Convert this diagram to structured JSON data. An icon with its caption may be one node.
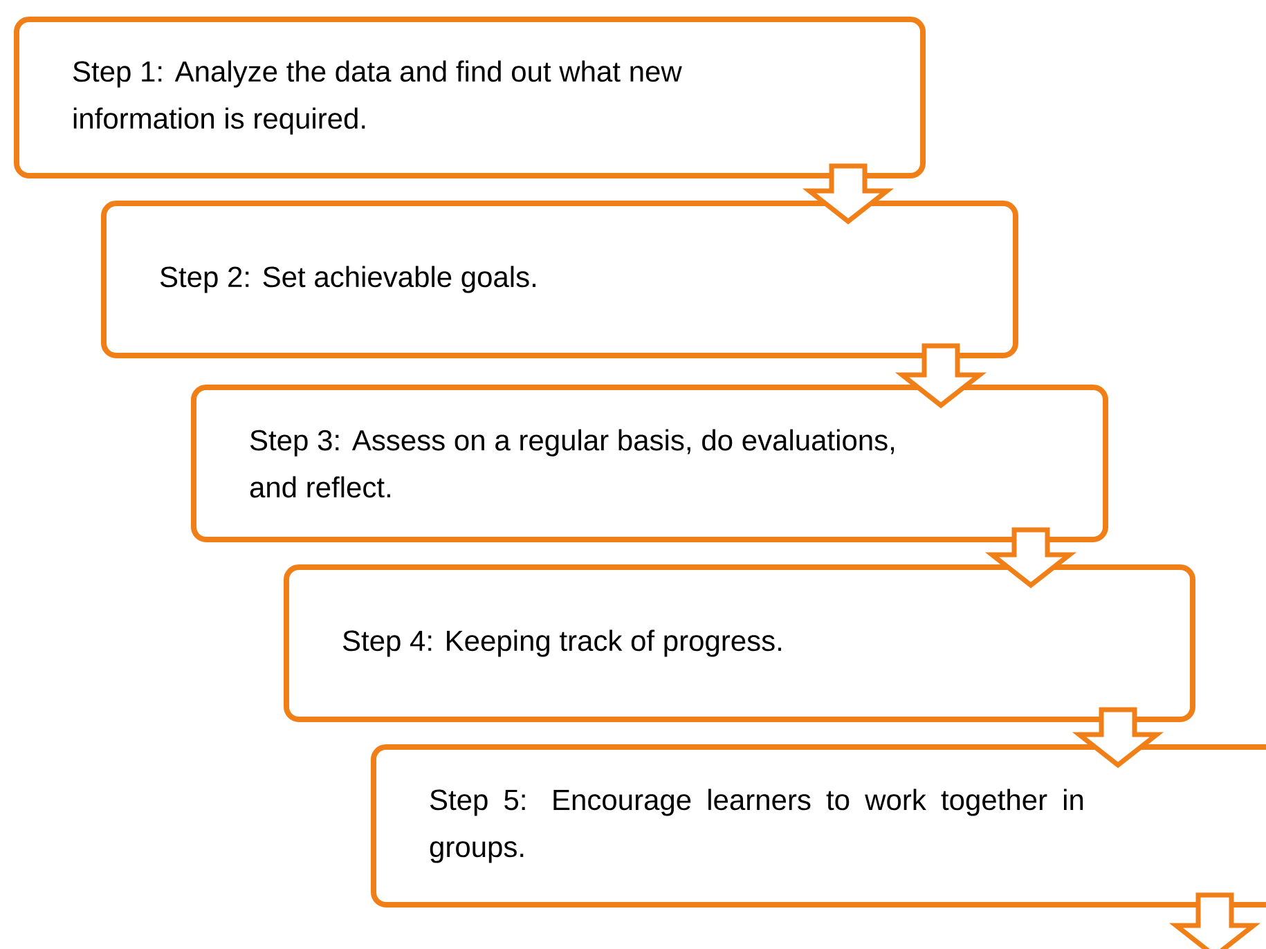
{
  "diagram": {
    "nodes": [
      {
        "text": [
          "Step 1: Analyze the data and find out what new information is required."
        ]
      },
      {
        "text": [
          "Step 2: Set achievable goals."
        ]
      },
      {
        "text": [
          "Step 3: Assess on a regular basis, do evaluations, and reflect."
        ]
      },
      {
        "text": [
          "Step 4: Keeping track of progress."
        ]
      },
      {
        "text": [
          "Step 5: Encourage learners to work together in groups."
        ]
      }
    ],
    "edges": [
      {
        "from": 0,
        "to": 1,
        "arrow": "to"
      },
      {
        "from": 1,
        "to": 2,
        "arrow": "to"
      },
      {
        "from": 2,
        "to": 3,
        "arrow": "to"
      },
      {
        "from": 3,
        "to": 4,
        "arrow": "to"
      },
      {
        "from": 4,
        "to": null,
        "arrow": "to"
      }
    ]
  }
}
